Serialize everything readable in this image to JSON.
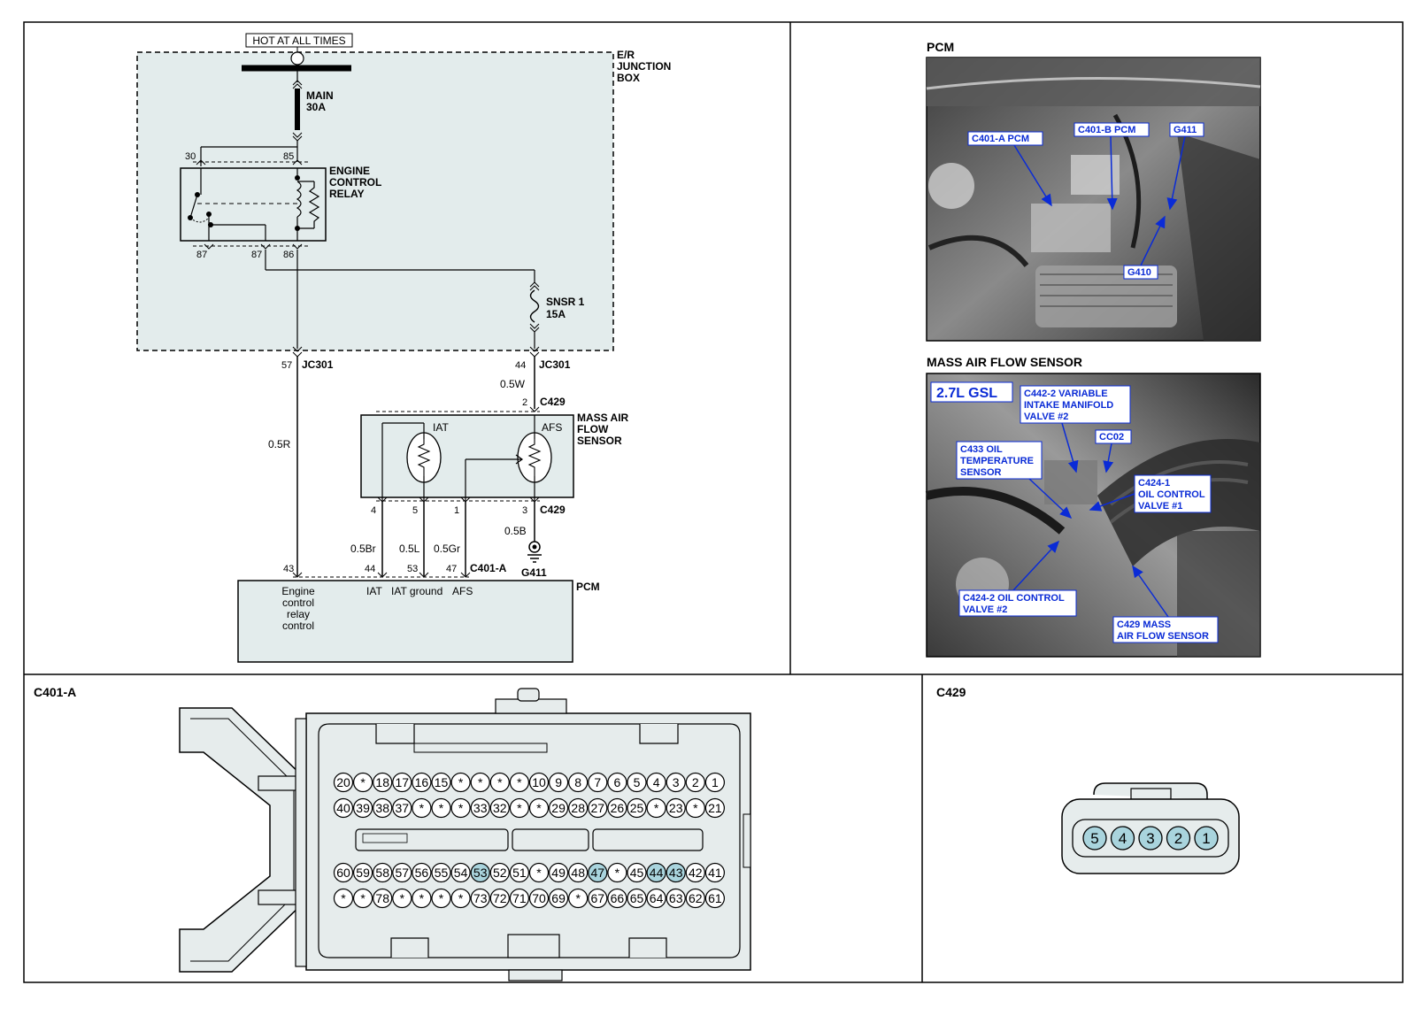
{
  "wiring": {
    "hot_label": "HOT AT ALL TIMES",
    "junction_box_label": [
      "E/R",
      "JUNCTION",
      "BOX"
    ],
    "main_fuse": [
      "MAIN",
      "30A"
    ],
    "relay_label": [
      "ENGINE",
      "CONTROL",
      "RELAY"
    ],
    "relay_pins": {
      "p30": "30",
      "p85": "85",
      "p87a": "87",
      "p87b": "87",
      "p86": "86"
    },
    "snsr_fuse": [
      "SNSR  1",
      "15A"
    ],
    "jc301_left": {
      "pin": "57",
      "name": "JC301"
    },
    "jc301_right": {
      "pin": "44",
      "name": "JC301"
    },
    "wire_05w": "0.5W",
    "wire_05r": "0.5R",
    "c429_top": {
      "pin": "2",
      "name": "C429"
    },
    "maf_label": [
      "MASS  AIR",
      "FLOW",
      "SENSOR"
    ],
    "iat": "IAT",
    "afs": "AFS",
    "maf_pins": {
      "p4": "4",
      "p5": "5",
      "p1": "1",
      "p3": "3"
    },
    "c429_bottom": "C429",
    "wires_bottom": {
      "br": "0.5Br",
      "l": "0.5L",
      "gr": "0.5Gr",
      "b": "0.5B"
    },
    "ground": "G411",
    "pcm_pins": {
      "p43": "43",
      "p44": "44",
      "p53": "53",
      "p47": "47"
    },
    "c401a": "C401-A",
    "pcm_label": "PCM",
    "pcm_functions": {
      "relay_ctrl": [
        "Engine",
        "control",
        "relay",
        "control"
      ],
      "iat": "IAT",
      "iat_ground": "IAT ground",
      "afs": "AFS"
    }
  },
  "photos": {
    "pcm": {
      "title": "PCM",
      "callouts": [
        "C401-A PCM",
        "C401-B PCM",
        "G411",
        "G410"
      ]
    },
    "maf": {
      "title": "MASS AIR FLOW SENSOR",
      "engine": "2.7L GSL",
      "callouts": [
        [
          "C442-2 VARIABLE",
          "INTAKE MANIFOLD",
          "VALVE #2"
        ],
        [
          "CC02"
        ],
        [
          "C433 OIL",
          "TEMPERATURE",
          "SENSOR"
        ],
        [
          "C424-1",
          "OIL CONTROL",
          "VALVE #1"
        ],
        [
          "C424-2 OIL CONTROL",
          "VALVE #2"
        ],
        [
          "C429 MASS",
          "AIR FLOW SENSOR"
        ]
      ]
    }
  },
  "connector_c401a": {
    "title": "C401-A",
    "row1": [
      "20",
      "*",
      "18",
      "17",
      "16",
      "15",
      "*",
      "*",
      "*",
      "*",
      "10",
      "9",
      "8",
      "7",
      "6",
      "5",
      "4",
      "3",
      "2",
      "1"
    ],
    "row2": [
      "40",
      "39",
      "38",
      "37",
      "*",
      "*",
      "*",
      "33",
      "32",
      "*",
      "*",
      "29",
      "28",
      "27",
      "26",
      "25",
      "*",
      "23",
      "*",
      "21"
    ],
    "row3": [
      "60",
      "59",
      "58",
      "57",
      "56",
      "55",
      "54",
      "53",
      "52",
      "51",
      "*",
      "49",
      "48",
      "47",
      "*",
      "45",
      "44",
      "43",
      "42",
      "41"
    ],
    "row4": [
      "*",
      "*",
      "78",
      "*",
      "*",
      "*",
      "*",
      "73",
      "72",
      "71",
      "70",
      "69",
      "*",
      "67",
      "66",
      "65",
      "64",
      "63",
      "62",
      "61"
    ],
    "highlighted": [
      "53",
      "47",
      "44",
      "43"
    ],
    "highlight_color": "#a9d4dd"
  },
  "connector_c429": {
    "title": "C429",
    "pins": [
      "5",
      "4",
      "3",
      "2",
      "1"
    ],
    "pin_color": "#a9d4dd"
  }
}
